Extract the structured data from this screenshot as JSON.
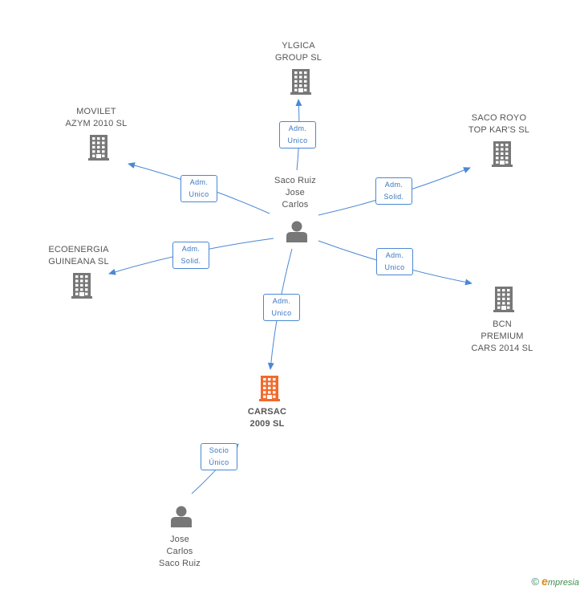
{
  "colors": {
    "edge": "#4a88d4",
    "company": "#777777",
    "main_company": "#f26a2b",
    "person": "#777777"
  },
  "nodes": [
    {
      "id": "ylgica",
      "type": "company",
      "label": "YLGICA\nGROUP SL"
    },
    {
      "id": "movilet",
      "type": "company",
      "label": "MOVILET\nAZYM 2010 SL"
    },
    {
      "id": "sacoroyo",
      "type": "company",
      "label": "SACO ROYO\nTOP KAR'S SL"
    },
    {
      "id": "ecoenergia",
      "type": "company",
      "label": "ECOENERGIA\nGUINEANA SL"
    },
    {
      "id": "bcn",
      "type": "company",
      "label": "BCN\nPREMIUM\nCARS 2014  SL"
    },
    {
      "id": "carsac",
      "type": "main",
      "label": "CARSAC\n2009 SL"
    },
    {
      "id": "sacoruiz",
      "type": "person",
      "label": "Saco Ruiz\nJose\nCarlos"
    },
    {
      "id": "josecarlos",
      "type": "person",
      "label": "Jose\nCarlos\nSaco Ruiz"
    }
  ],
  "edges": [
    {
      "from": "sacoruiz",
      "to": "ylgica",
      "label": "Adm.\nUnico"
    },
    {
      "from": "sacoruiz",
      "to": "movilet",
      "label": "Adm.\nUnico"
    },
    {
      "from": "sacoruiz",
      "to": "sacoroyo",
      "label": "Adm.\nSolid."
    },
    {
      "from": "sacoruiz",
      "to": "ecoenergia",
      "label": "Adm.\nSolid."
    },
    {
      "from": "sacoruiz",
      "to": "bcn",
      "label": "Adm.\nUnico"
    },
    {
      "from": "sacoruiz",
      "to": "carsac",
      "label": "Adm.\nUnico"
    },
    {
      "from": "josecarlos",
      "to": "carsac",
      "label": "Socio\nÚnico"
    }
  ],
  "footer": {
    "copyright_symbol": "©",
    "brand_initial": "e",
    "brand_rest": "mpresia"
  }
}
